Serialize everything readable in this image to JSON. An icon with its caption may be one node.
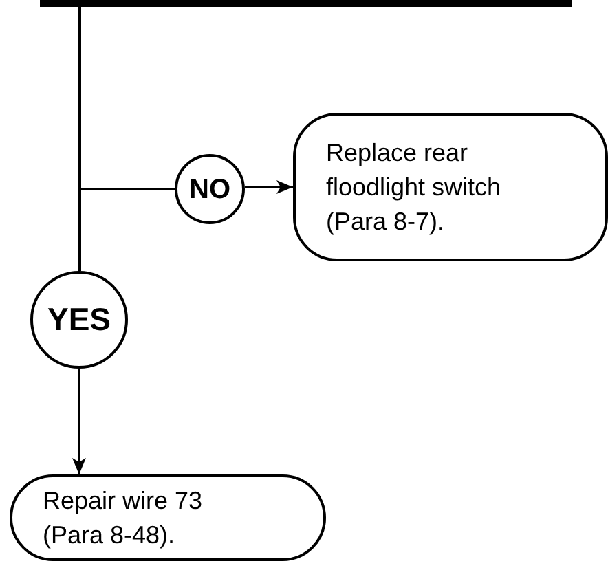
{
  "diagram": {
    "nodes": [
      {
        "text": [],
        "shape": "bar"
      },
      {
        "text": [
          "NO"
        ]
      },
      {
        "text": [
          "Replace rear floodlight switch (Para 8-7)."
        ]
      },
      {
        "text": [
          "YES"
        ]
      },
      {
        "text": [
          "Repair wire 73 (Para 8-48)."
        ]
      }
    ],
    "edges": [
      {
        "from": 0,
        "to": 1,
        "arrow": "none"
      },
      {
        "from": 1,
        "to": 2,
        "arrow": "to"
      },
      {
        "from": 0,
        "to": 3,
        "arrow": "none"
      },
      {
        "from": 3,
        "to": 4,
        "arrow": "to"
      }
    ]
  }
}
